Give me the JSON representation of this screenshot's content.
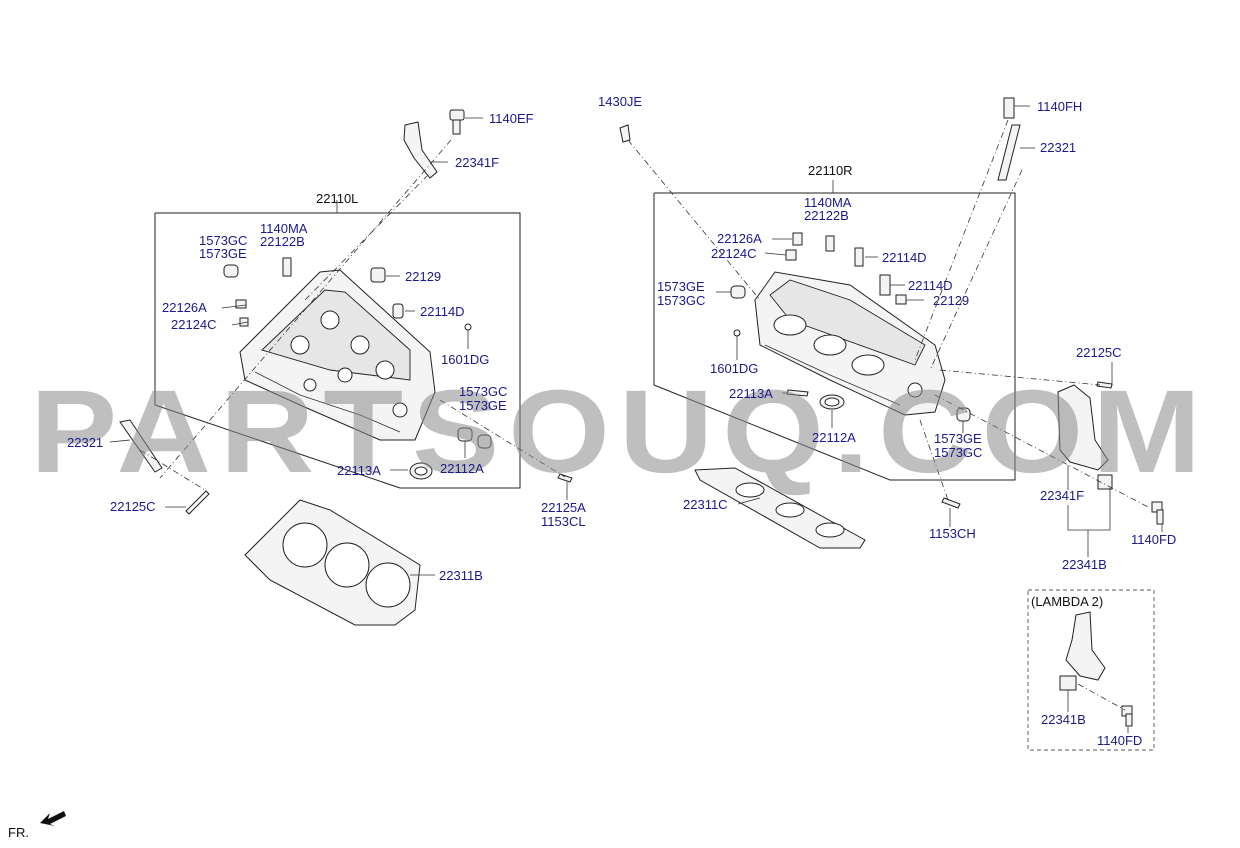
{
  "watermark": "PARTSOUQ.COM",
  "footer": {
    "fr_label": "FR."
  },
  "left_group": {
    "title": "22110L",
    "labels": {
      "p1140EF": "1140EF",
      "p22341F": "22341F",
      "p1573GC_1": "1573GC",
      "p1573GE_1": "1573GE",
      "p1140MA": "1140MA",
      "p22122B": "22122B",
      "p22129": "22129",
      "p22126A": "22126A",
      "p22124C": "22124C",
      "p22114D": "22114D",
      "p1601DG": "1601DG",
      "p1573GC_2": "1573GC",
      "p1573GE_2": "1573GE",
      "p22321": "22321",
      "p22113A": "22113A",
      "p22112A": "22112A",
      "p22125C": "22125C",
      "p22125A": "22125A",
      "p1153CL": "1153CL",
      "p22311B": "22311B"
    }
  },
  "right_group": {
    "title": "22110R",
    "labels": {
      "p1430JE": "1430JE",
      "p1140FH": "1140FH",
      "p22321": "22321",
      "p1140MA": "1140MA",
      "p22122B": "22122B",
      "p22126A": "22126A",
      "p22124C": "22124C",
      "p22114D_1": "22114D",
      "p22114D_2": "22114D",
      "p22129": "22129",
      "p1573GE_1": "1573GE",
      "p1573GC_1": "1573GC",
      "p1601DG": "1601DG",
      "p22113A": "22113A",
      "p22112A": "22112A",
      "p1573GE_2": "1573GE",
      "p1573GC_2": "1573GC",
      "p22125C": "22125C",
      "p22311C": "22311C",
      "p1153CH": "1153CH",
      "p22341F": "22341F",
      "p1140FD": "1140FD",
      "p22341B": "22341B"
    }
  },
  "lambda_group": {
    "title": "(LAMBDA 2)",
    "labels": {
      "p22341B": "22341B",
      "p1140FD": "1140FD"
    }
  }
}
